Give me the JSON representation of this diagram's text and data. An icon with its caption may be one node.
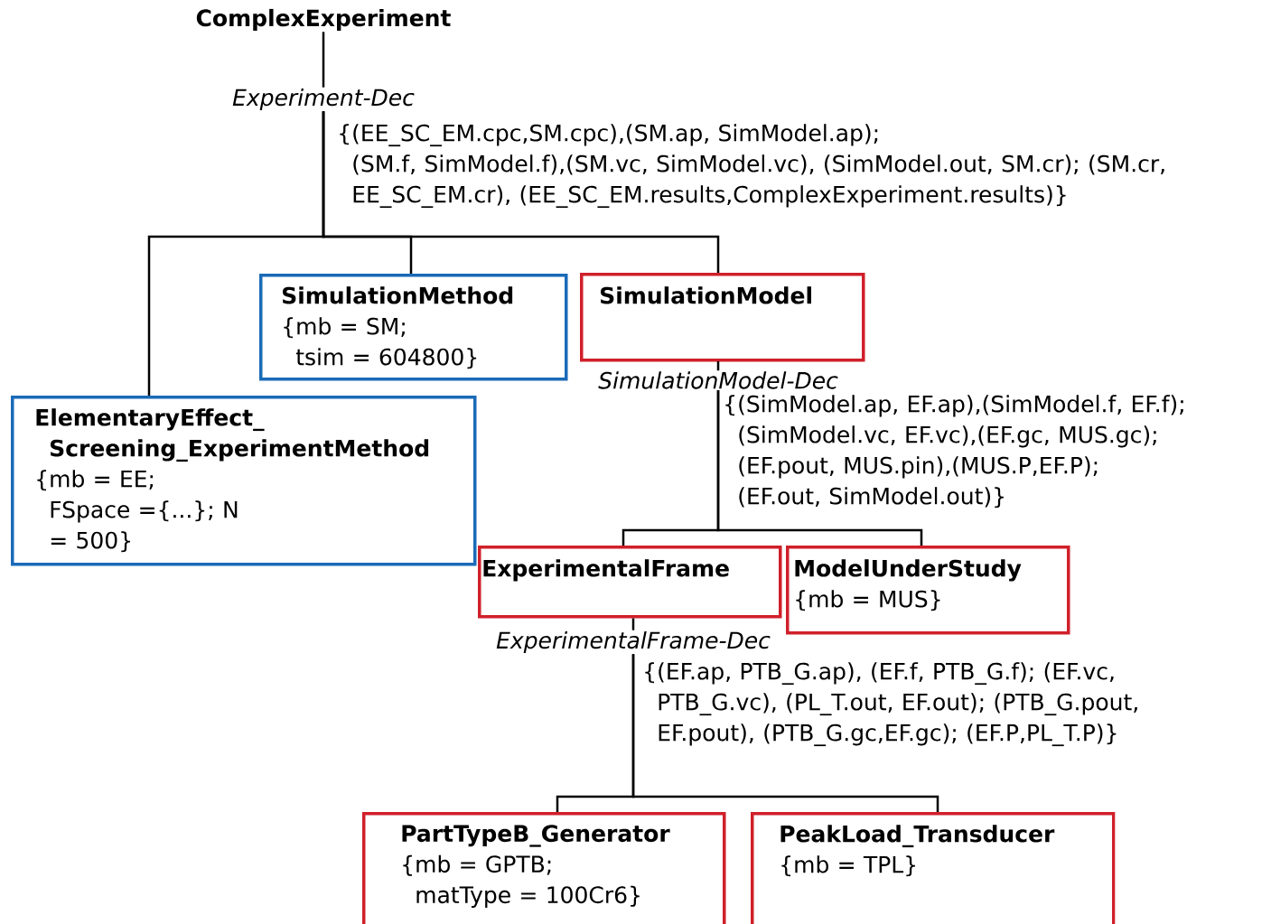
{
  "diagram": {
    "nodes": [
      {
        "text": [
          "ComplexExperiment"
        ]
      },
      {
        "text": [
          "Experiment-Dec"
        ],
        "beside": [
          "{(EE_SC_EM.cpc,SM.cpc),(SM.ap, SimModel.ap); (SM.f, SimModel.f),(SM.vc, SimModel.vc), (SimModel.out, SM.cr); (SM.cr, EE_SC_EM.cr), (EE_SC_EM.results,ComplexExperiment.results)}"
        ]
      },
      {
        "text": [
          "SimulationMethod",
          "{mb = SM; tsim = 604800}"
        ]
      },
      {
        "text": [
          "SimulationModel"
        ]
      },
      {
        "text": [
          "ElementaryEffect_ Screening_ExperimentMethod",
          "{mb = EE; FSpace ={...}; N = 500}"
        ]
      },
      {
        "text": [
          "SimulationModel-Dec"
        ],
        "beside": [
          "{(SimModel.ap, EF.ap),(SimModel.f, EF.f); (SimModel.vc, EF.vc),(EF.gc, MUS.gc); (EF.pout, MUS.pin),(MUS.P,EF.P); (EF.out, SimModel.out)}"
        ]
      },
      {
        "text": [
          "ExperimentalFrame"
        ]
      },
      {
        "text": [
          "ModelUnderStudy",
          "{mb = MUS}"
        ]
      },
      {
        "text": [
          "ExperimentalFrame-Dec"
        ],
        "beside": [
          "{(EF.ap, PTB_G.ap), (EF.f, PTB_G.f); (EF.vc, PTB_G.vc), (PL_T.out, EF.out); (PTB_G.pout, EF.pout), (PTB_G.gc,EF.gc); (EF.P,PL_T.P)}"
        ]
      },
      {
        "text": [
          "PartTypeB_Generator",
          "{mb = GPTB; matType = 100Cr6}"
        ]
      },
      {
        "text": [
          "PeakLoad_Transducer",
          "{mb = TPL}"
        ]
      }
    ],
    "edges": [
      {
        "from": 0,
        "to": 1,
        "arrow": "none"
      },
      {
        "from": 1,
        "to": 4,
        "arrow": "none"
      },
      {
        "from": 1,
        "to": 2,
        "arrow": "none"
      },
      {
        "from": 1,
        "to": 3,
        "arrow": "none"
      },
      {
        "from": 3,
        "to": 5,
        "arrow": "none"
      },
      {
        "from": 5,
        "to": 6,
        "arrow": "none"
      },
      {
        "from": 5,
        "to": 7,
        "arrow": "none"
      },
      {
        "from": 6,
        "to": 8,
        "arrow": "none"
      },
      {
        "from": 8,
        "to": 9,
        "arrow": "none"
      },
      {
        "from": 8,
        "to": 10,
        "arrow": "none"
      }
    ]
  }
}
